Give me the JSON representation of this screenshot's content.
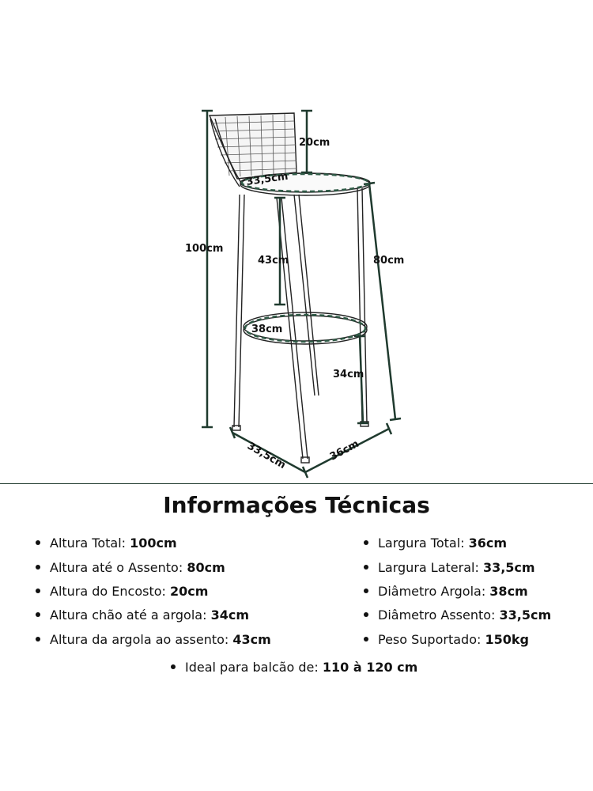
{
  "dimensions": {
    "backrest_height": "20cm",
    "seat_diameter": "33,5cm",
    "total_height": "100cm",
    "ring_to_seat": "43cm",
    "seat_height": "80cm",
    "ring_diameter": "38cm",
    "floor_to_ring": "34cm",
    "side_width": "33,5cm",
    "total_width": "36cm"
  },
  "title": "Informações Técnicas",
  "specs_left": [
    {
      "label": "Altura Total:",
      "value": "100cm"
    },
    {
      "label": "Altura até o Assento:",
      "value": "80cm"
    },
    {
      "label": "Altura do Encosto:",
      "value": "20cm"
    },
    {
      "label": "Altura chão até a argola:",
      "value": "34cm"
    },
    {
      "label": "Altura da argola ao assento:",
      "value": "43cm"
    }
  ],
  "specs_right": [
    {
      "label": "Largura Total:",
      "value": "36cm"
    },
    {
      "label": "Largura Lateral:",
      "value": "33,5cm"
    },
    {
      "label": "Diâmetro Argola:",
      "value": "38cm"
    },
    {
      "label": "Diâmetro Assento:",
      "value": "33,5cm"
    },
    {
      "label": "Peso Suportado:",
      "value": "150kg"
    }
  ],
  "ideal": {
    "label": "Ideal para balcão de:",
    "value": "110 à 120 cm"
  },
  "colors": {
    "dimension_line": "#1f3a2e",
    "drawing": "#222222"
  }
}
